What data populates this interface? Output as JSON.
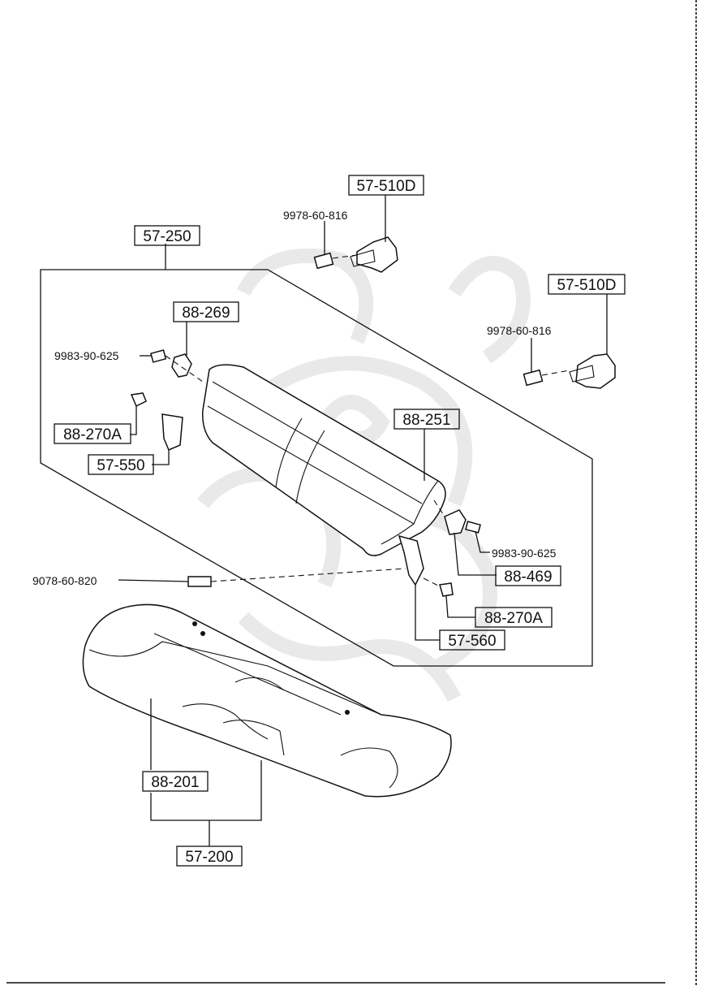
{
  "diagram": {
    "boxed_labels": {
      "l_57_510D_top": "57-510D",
      "l_57_250": "57-250",
      "l_57_510D_right": "57-510D",
      "l_88_269": "88-269",
      "l_88_270A_left": "88-270A",
      "l_88_251": "88-251",
      "l_57_550": "57-550",
      "l_88_469": "88-469",
      "l_88_270A_right": "88-270A",
      "l_57_560": "57-560",
      "l_88_201": "88-201",
      "l_57_200": "57-200"
    },
    "plain_labels": {
      "bolt_9978_top": "9978-60-816",
      "bolt_9978_right": "9978-60-816",
      "bolt_9983_left": "9983-90-625",
      "bolt_9983_right": "9983-90-625",
      "bolt_9078": "9078-60-820"
    }
  }
}
